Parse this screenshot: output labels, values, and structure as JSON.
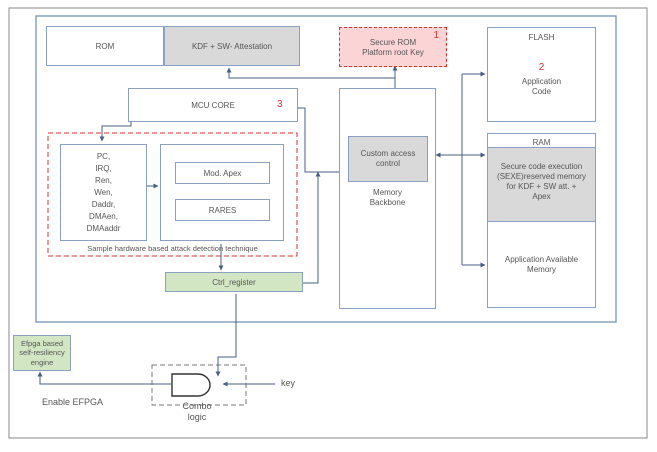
{
  "rom": {
    "label": "ROM",
    "kdf_label": "KDF + SW- Attestation"
  },
  "secure_rom": {
    "label": "Secure ROM\nPlatform root Key",
    "number": "1"
  },
  "flash": {
    "label": "FLASH",
    "number": "2",
    "app_code": "Application\nCode"
  },
  "mcu": {
    "label": "MCU CORE",
    "number": "3"
  },
  "memory": {
    "access_control": "Custom access\ncontrol",
    "backbone": "Memory\nBackbone"
  },
  "ram": {
    "label": "RAM",
    "secure": "Secure code execution\n(SEXE)reserved memory\nfor KDF + SW att. +\nApex",
    "available": "Application Available\nMemory"
  },
  "signals": [
    "PC,",
    "IRQ,",
    "Ren,",
    "Wen,",
    "Daddr,",
    "DMAen,",
    "DMAaddr"
  ],
  "detection": {
    "mod_apex": "Mod. Apex",
    "rares": "RARES",
    "caption": "Sample hardware based attack detection technique"
  },
  "ctrl_register": "Ctrl_register",
  "efpga": {
    "engine": "Efpga based\nself-resiliency\nengine",
    "enable": "Enable EFPGA"
  },
  "combo": {
    "label": "Combo\nlogic",
    "key": "key"
  },
  "colors": {
    "gray_fill": "#d9d9d9",
    "red_fill": "#fbd5d5",
    "red": "#e03030",
    "green_fill": "#d3e6c3",
    "line": "#6c7fa0"
  }
}
